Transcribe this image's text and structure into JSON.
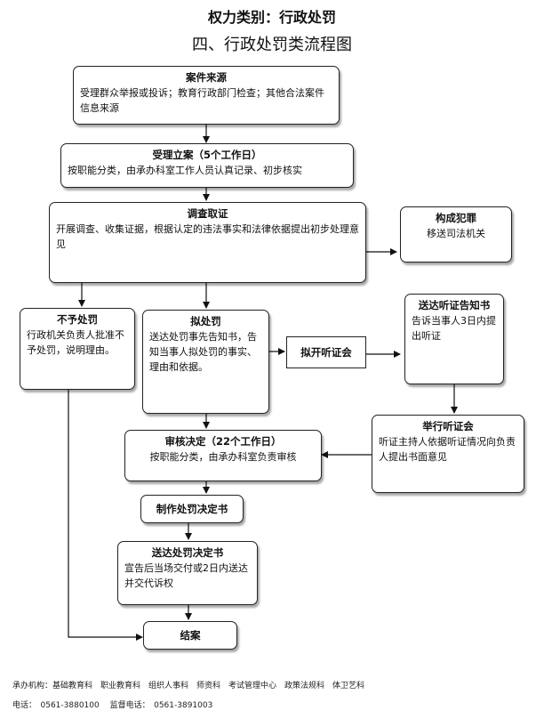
{
  "header": {
    "title": "权力类别：行政处罚",
    "subtitle": "四、行政处罚类流程图"
  },
  "nodes": {
    "source": {
      "title": "案件来源",
      "body": "受理群众举报或投诉；教育行政部门检查；其他合法案件信息来源"
    },
    "filing": {
      "title": "受理立案（5个工作日）",
      "body": "按职能分类，由承办科室工作人员认真记录、初步核实"
    },
    "investigation": {
      "title": "调查取证",
      "body": "开展调查、收集证据，根据认定的违法事实和法律依据提出初步处理意见"
    },
    "crime": {
      "title": "构成犯罪",
      "body": "移送司法机关"
    },
    "no_penalty": {
      "title": "不予处罚",
      "body": "行政机关负责人批准不予处罚，说明理由。"
    },
    "proposed": {
      "title": "拟处罚",
      "body": "送达处罚事先告知书，告知当事人拟处罚的事实、理由和依据。"
    },
    "hearing_plan": {
      "title": "拟开听证会"
    },
    "hearing_notice": {
      "title": "送达听证告知书",
      "body": "告诉当事人3日内提出听证"
    },
    "hearing_hold": {
      "title": "举行听证会",
      "body": "听证主持人依据听证情况向负责人提出书面意见"
    },
    "review": {
      "title": "审核决定（22个工作日）",
      "body": "按职能分类，由承办科室负责审核"
    },
    "make_decision": {
      "title": "制作处罚决定书"
    },
    "deliver": {
      "title": "送达处罚决定书",
      "body": "宣告后当场交付或2日内送达并交代诉权"
    },
    "close": {
      "title": "结案"
    }
  },
  "footer": {
    "units": "承办机构：基础教育科　职业教育科　组织人事科　师资科　考试管理中心　政策法规科　体卫艺科",
    "phones": "电话：　0561-3880100　 监督电话：　0561-3891003"
  }
}
